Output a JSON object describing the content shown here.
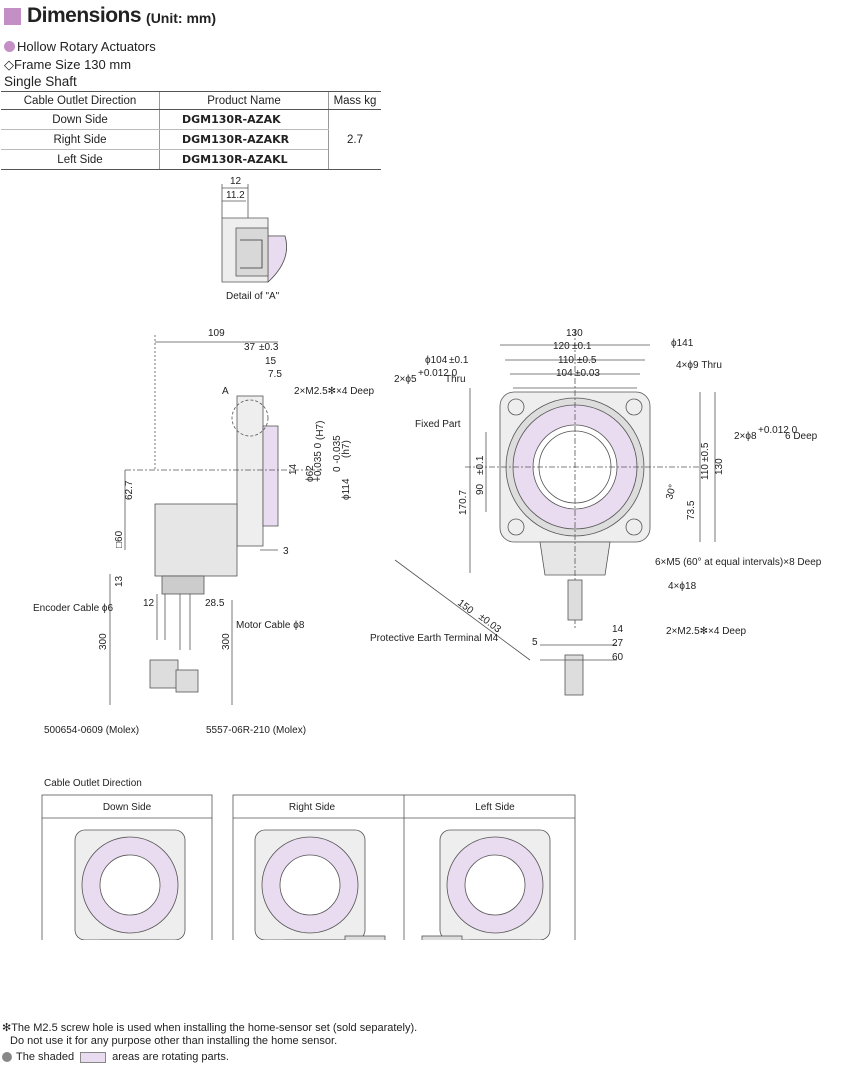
{
  "header": {
    "title": "Dimensions",
    "unit": "(Unit: mm)"
  },
  "category": "Hollow Rotary Actuators",
  "frame": "◇Frame Size 130 mm",
  "shaft": "Single Shaft",
  "table": {
    "headers": [
      "Cable Outlet Direction",
      "Product Name",
      "Mass kg"
    ],
    "rows": [
      {
        "direction": "Down Side",
        "product": "DGM130R-AZAK"
      },
      {
        "direction": "Right Side",
        "product": "DGM130R-AZAKR"
      },
      {
        "direction": "Left Side",
        "product": "DGM130R-AZAKL"
      }
    ],
    "mass": "2.7"
  },
  "detail": {
    "d1": "12",
    "d2": "11.2",
    "caption": "Detail of \"A\""
  },
  "side": {
    "d109": "109",
    "d37": "37",
    "d37tol": "±0.3",
    "d15": "15",
    "d75": "7.5",
    "a": "A",
    "screw": "2×M2.5✻×4 Deep",
    "h7": "(H7)",
    "d14": "14",
    "phi62": "ϕ62",
    "phi62tol": "+0.035 0",
    "phi114": "ϕ114",
    "phi114tol": "0 -0.035",
    "h7b": "(h7)",
    "d627": "62.7",
    "sq60": "□60",
    "d3": "3",
    "d13": "13",
    "d12": "12",
    "d285": "28.5",
    "enc": "Encoder Cable ϕ6",
    "motor": "Motor Cable ϕ8",
    "d300a": "300",
    "d300b": "300",
    "molex1": "500654-0609 (Molex)",
    "molex2": "5557-06R-210 (Molex)"
  },
  "front": {
    "d130": "130",
    "d120": "120",
    "d120tol": "±0.1",
    "d110": "110",
    "d110tol": "±0.5",
    "d104": "104",
    "d104tol": "±0.03",
    "phi104": "ϕ104",
    "phi104tol": "±0.1",
    "phi141": "ϕ141",
    "thru9": "4×ϕ9 Thru",
    "pin5": "2×ϕ5",
    "pin5tol": "+0.012 0",
    "pin5b": "Thru",
    "fixed": "Fixed Part",
    "pin8": "2×ϕ8",
    "pin8tol": "+0.012 0",
    "pin8b": "6 Deep",
    "d1707": "170.7",
    "d90": "90",
    "d90tol": "±0.1",
    "d110r": "110",
    "d110rtol": "±0.5",
    "d130r": "130",
    "ang30": "30°",
    "d735": "73.5",
    "m5": "6×M5 (60° at equal intervals)×8 Deep",
    "phi18": "4×ϕ18",
    "d150": "150",
    "d150tol": "±0.03",
    "pe": "Protective Earth Terminal M4",
    "d5": "5",
    "d14": "14",
    "d27": "27",
    "d60": "60",
    "m25": "2×M2.5✻×4 Deep"
  },
  "outlet": {
    "title": "Cable Outlet Direction",
    "down": "Down Side",
    "right": "Right Side",
    "left": "Left Side"
  },
  "notes": {
    "n1": "✻The M2.5 screw hole is used when installing the home-sensor set (sold separately).",
    "n2": "Do not use it for any purpose other than installing the home sensor.",
    "n3a": "The shaded",
    "n3b": "areas are rotating parts."
  },
  "colors": {
    "accent": "#c48fc4",
    "rotating": "#eadcf0"
  }
}
